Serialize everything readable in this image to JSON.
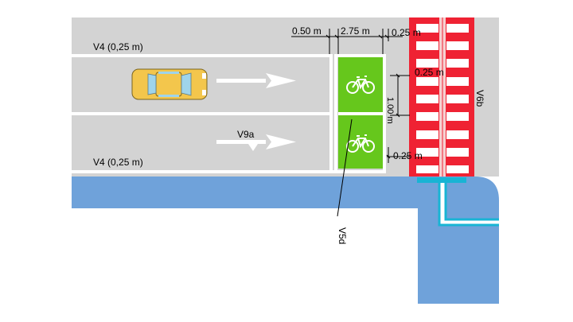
{
  "labels": {
    "v4_top": "V4 (0,25 m)",
    "v4_bottom": "V4 (0,25 m)",
    "v9a": "V9a",
    "v5d": "V5d",
    "v6b": "V6b"
  },
  "dimensions": {
    "d_050": "0.50 m",
    "d_275": "2.75 m",
    "d_025_top": "0.25 m",
    "d_025_mid": "0.25 m",
    "d_100": "1.00 m",
    "d_025_bottom": "0.25 m"
  },
  "colors": {
    "road": "#d3d3d3",
    "sidewalk": "#6fa2da",
    "bike_lane": "#66c71c",
    "crossing": "#ef2233",
    "marking": "#ffffff",
    "curb": "#18b4d4",
    "car_body": "#f3c64c",
    "car_glass": "#9fd4ea"
  },
  "icons": {
    "bicycle": "bicycle-icon",
    "car": "car-icon",
    "arrow": "arrow-icon"
  }
}
